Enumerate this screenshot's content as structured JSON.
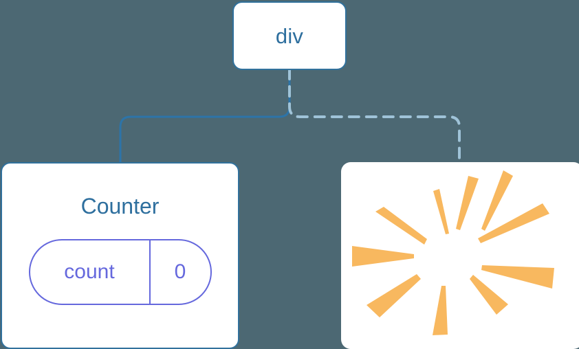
{
  "diagram": {
    "title": "component-tree",
    "background_color": "#4c6873",
    "nodes": [
      {
        "id": "div",
        "label": "div",
        "kind": "element-node",
        "border_color": "#31719c",
        "text_color": "#2e6f9e",
        "fill": "#ffffff"
      },
      {
        "id": "counter",
        "label": "Counter",
        "kind": "component-node",
        "border_color": "#31719c",
        "text_color": "#2e6f9e",
        "fill": "#ffffff",
        "state": {
          "key": "count",
          "value": "0",
          "accent_color": "#6568dd"
        }
      },
      {
        "id": "burst",
        "label": "",
        "kind": "highlight-node",
        "fill": "#ffffff",
        "icon": "sparkle-burst-icon",
        "icon_color": "#f8b85f",
        "ray_count": 10
      }
    ],
    "edges": [
      {
        "id": "div-to-counter",
        "from": "div",
        "to": "counter",
        "style": "solid",
        "color": "#2d74a8",
        "width": 3
      },
      {
        "id": "div-to-burst",
        "from": "div",
        "to": "burst",
        "style": "dashed",
        "color": "#9fc3d8",
        "width": 4,
        "dash": "14 11"
      }
    ]
  }
}
